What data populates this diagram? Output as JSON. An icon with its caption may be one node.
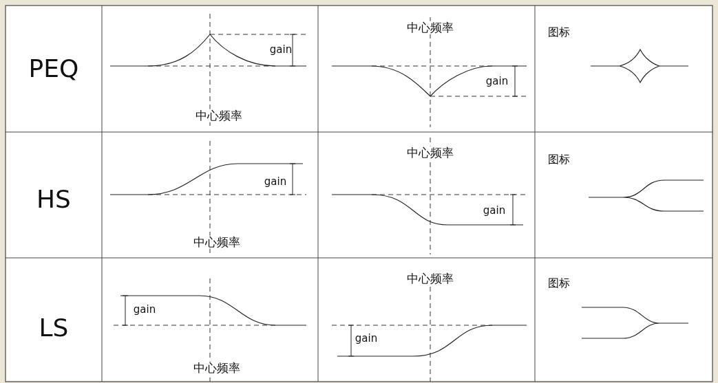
{
  "diagram": {
    "labels": [
      "PEQ",
      "gain",
      "中心频率",
      "中心频率",
      "gain",
      "图标",
      "HS",
      "gain",
      "中心频率",
      "中心频率",
      "gain",
      "图标",
      "LS",
      "gain",
      "中心频率",
      "中心频率",
      "gain",
      "图标"
    ]
  }
}
